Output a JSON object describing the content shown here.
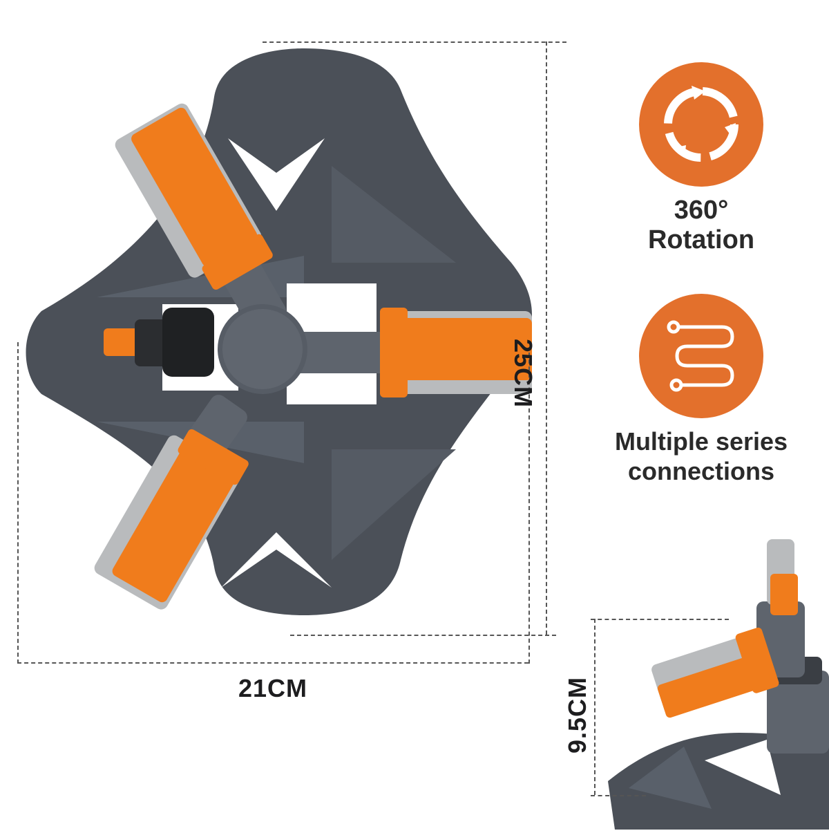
{
  "product": {
    "icon": "rotary-sprinkler-top-view"
  },
  "dimensions": {
    "width_label": "21CM",
    "height_label": "25CM",
    "side_height_label": "9.5CM"
  },
  "features": [
    {
      "icon": "rotation-icon",
      "line1": "360°",
      "line2": "Rotation"
    },
    {
      "icon": "series-connection-icon",
      "line1": "Multiple series",
      "line2": "connections"
    }
  ],
  "colors": {
    "accent": "#e3702c",
    "base_gray": "#4b5058",
    "nozzle_orange": "#f07c1c",
    "nozzle_gray": "#b9bbbd"
  }
}
